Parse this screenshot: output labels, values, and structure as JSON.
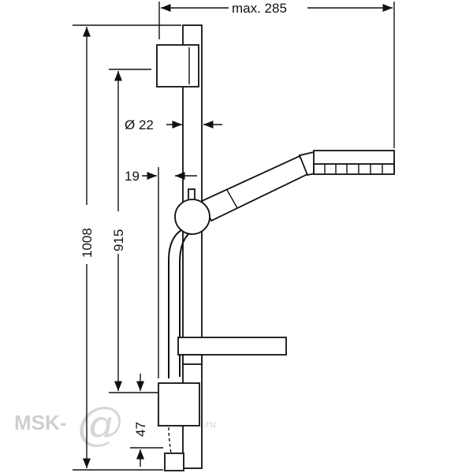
{
  "dimensions": {
    "max_reach": "max. 285",
    "rail_diameter": "Ø 22",
    "wall_offset": "19",
    "total_height": "1008",
    "slide_height": "915",
    "bottom_offset": "47"
  },
  "watermark": {
    "brand": "MSK-",
    "at_symbol": "@",
    "script_text": "lternativa.ru"
  },
  "colors": {
    "line": "#111111",
    "background": "#ffffff",
    "watermark": "#cfcfcf"
  }
}
